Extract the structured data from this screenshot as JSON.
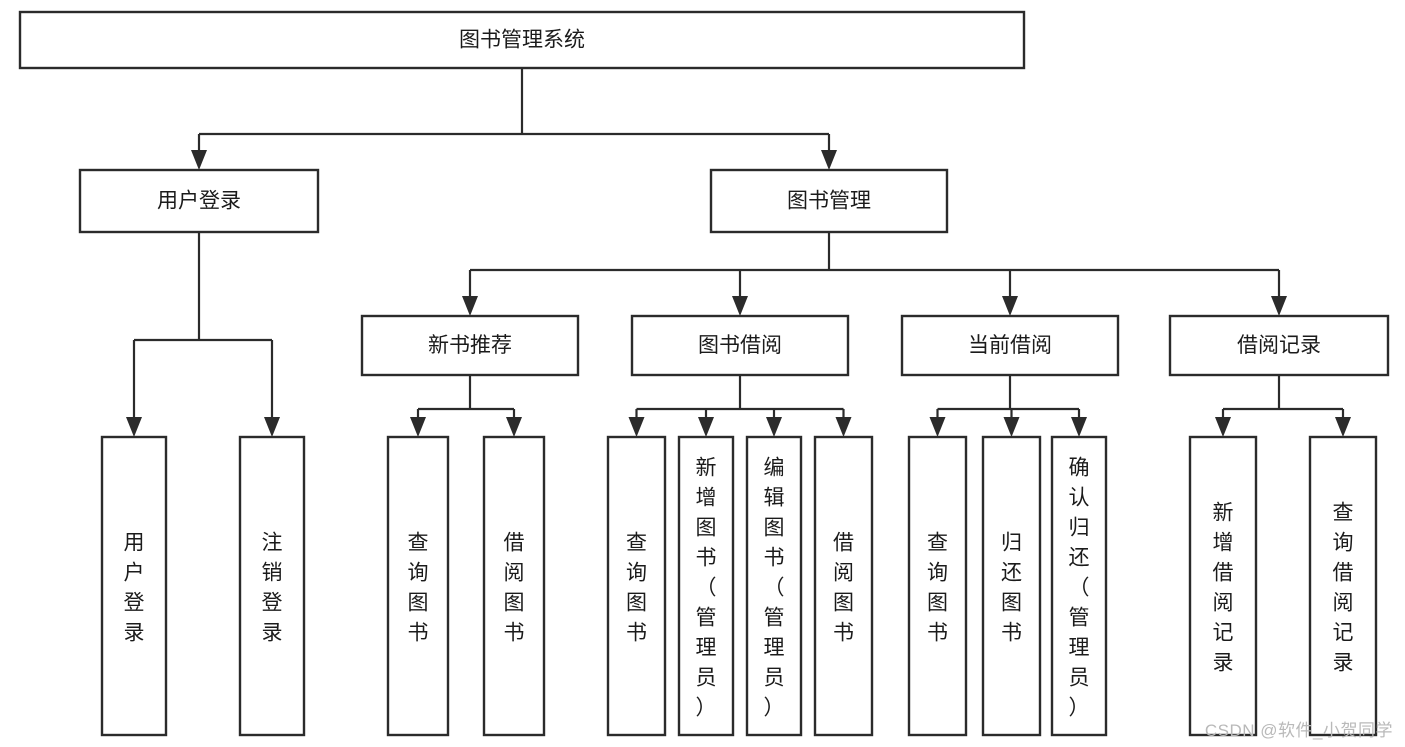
{
  "diagram": {
    "title": "图书管理系统",
    "type": "hierarchy-tree",
    "watermark": "CSDN @软件_小贺同学",
    "levels": 4,
    "root": {
      "id": "root",
      "label": "图书管理系统",
      "orientation": "horizontal"
    },
    "level2": [
      {
        "id": "user-login",
        "label": "用户登录",
        "orientation": "horizontal"
      },
      {
        "id": "book-manage",
        "label": "图书管理",
        "orientation": "horizontal"
      }
    ],
    "level3": [
      {
        "id": "new-book-rec",
        "label": "新书推荐",
        "orientation": "horizontal",
        "parent": "book-manage"
      },
      {
        "id": "book-borrow",
        "label": "图书借阅",
        "orientation": "horizontal",
        "parent": "book-manage"
      },
      {
        "id": "current-borrow",
        "label": "当前借阅",
        "orientation": "horizontal",
        "parent": "book-manage"
      },
      {
        "id": "borrow-record",
        "label": "借阅记录",
        "orientation": "horizontal",
        "parent": "book-manage"
      }
    ],
    "leaves": {
      "user-login": [
        {
          "id": "leaf-user-login",
          "label": "用户登录",
          "orientation": "vertical"
        },
        {
          "id": "leaf-user-logout",
          "label": "注销登录",
          "orientation": "vertical"
        }
      ],
      "new-book-rec": [
        {
          "id": "leaf-query-book-1",
          "label": "查询图书",
          "orientation": "vertical"
        },
        {
          "id": "leaf-borrow-book-1",
          "label": "借阅图书",
          "orientation": "vertical"
        }
      ],
      "book-borrow": [
        {
          "id": "leaf-query-book-2",
          "label": "查询图书",
          "orientation": "vertical"
        },
        {
          "id": "leaf-add-book",
          "label": "新增图书（管理员）",
          "orientation": "vertical"
        },
        {
          "id": "leaf-edit-book",
          "label": "编辑图书（管理员）",
          "orientation": "vertical"
        },
        {
          "id": "leaf-borrow-book-2",
          "label": "借阅图书",
          "orientation": "vertical"
        }
      ],
      "current-borrow": [
        {
          "id": "leaf-query-book-3",
          "label": "查询图书",
          "orientation": "vertical"
        },
        {
          "id": "leaf-return-book",
          "label": "归还图书",
          "orientation": "vertical"
        },
        {
          "id": "leaf-confirm-return",
          "label": "确认归还（管理员）",
          "orientation": "vertical"
        }
      ],
      "borrow-record": [
        {
          "id": "leaf-add-record",
          "label": "新增借阅记录",
          "orientation": "vertical"
        },
        {
          "id": "leaf-query-record",
          "label": "查询借阅记录",
          "orientation": "vertical"
        }
      ]
    },
    "colors": {
      "background": "#ffffff",
      "box_fill": "#ffffff",
      "box_stroke": "#2b2b2b",
      "connector": "#2b2b2b",
      "text": "#1b1b1b",
      "watermark": "#b9b9b9"
    }
  }
}
